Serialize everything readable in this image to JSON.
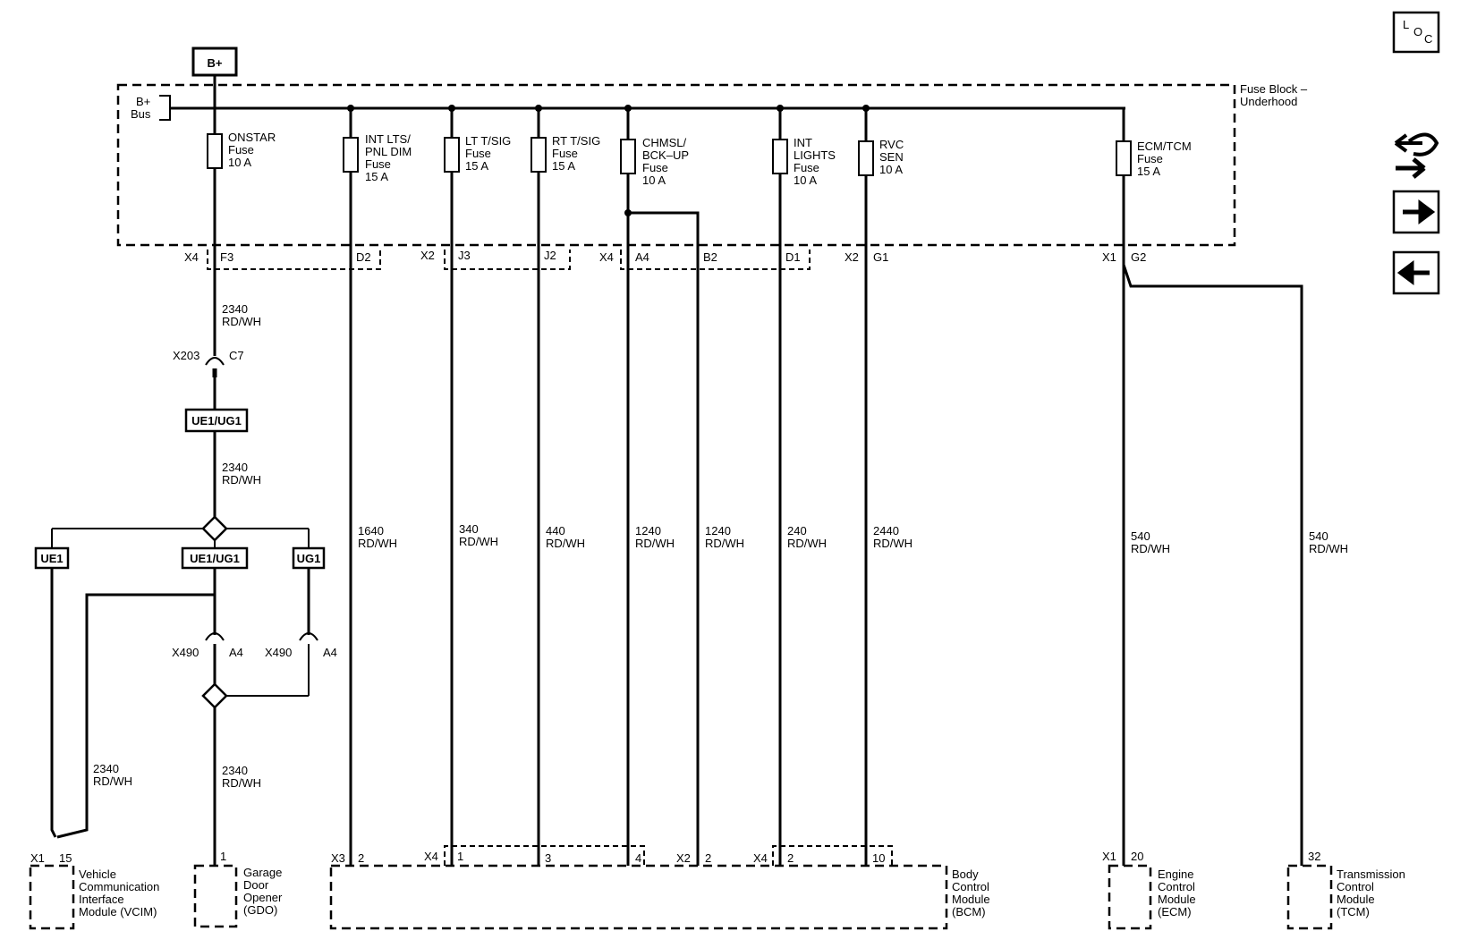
{
  "power_source": "B+",
  "fuse_block": {
    "name_line1": "Fuse Block –",
    "name_line2": "Underhood",
    "bus_line1": "B+",
    "bus_line2": "Bus"
  },
  "fuses": [
    {
      "lines": [
        "ONSTAR",
        "Fuse",
        "10 A"
      ]
    },
    {
      "lines": [
        "INT LTS/",
        "PNL DIM",
        "Fuse",
        "15 A"
      ]
    },
    {
      "lines": [
        "LT T/SIG",
        "Fuse",
        "15 A"
      ]
    },
    {
      "lines": [
        "RT T/SIG",
        "Fuse",
        "15 A"
      ]
    },
    {
      "lines": [
        "CHMSL/",
        "BCK–UP",
        "Fuse",
        "10 A"
      ]
    },
    {
      "lines": [
        "INT",
        "LIGHTS",
        "Fuse",
        "10 A"
      ]
    },
    {
      "lines": [
        "RVC",
        "SEN",
        "10 A"
      ]
    },
    {
      "lines": [
        "ECM/TCM",
        "Fuse",
        "15 A"
      ]
    }
  ],
  "connector_labels": {
    "x4_a": "X4",
    "f3": "F3",
    "d2": "D2",
    "x2_a": "X2",
    "j3": "J3",
    "j2": "J2",
    "x4_b": "X4",
    "a4": "A4",
    "b2": "B2",
    "d1": "D1",
    "x2_b": "X2",
    "g1": "G1",
    "x1_a": "X1",
    "g2": "G2"
  },
  "wires": [
    {
      "circuit": "2340",
      "color": "RD/WH"
    },
    {
      "circuit": "2340",
      "color": "RD/WH"
    },
    {
      "circuit": "1640",
      "color": "RD/WH"
    },
    {
      "circuit": "340",
      "color": "RD/WH"
    },
    {
      "circuit": "440",
      "color": "RD/WH"
    },
    {
      "circuit": "1240",
      "color": "RD/WH"
    },
    {
      "circuit": "1240",
      "color": "RD/WH"
    },
    {
      "circuit": "240",
      "color": "RD/WH"
    },
    {
      "circuit": "2440",
      "color": "RD/WH"
    },
    {
      "circuit": "540",
      "color": "RD/WH"
    },
    {
      "circuit": "540",
      "color": "RD/WH"
    },
    {
      "circuit": "2340",
      "color": "RD/WH"
    },
    {
      "circuit": "2340",
      "color": "RD/WH"
    }
  ],
  "inline_connectors": {
    "x203": "X203",
    "c7": "C7",
    "x490_a": "X490",
    "a4_a": "A4",
    "x490_b": "X490",
    "a4_b": "A4"
  },
  "option_codes": {
    "ue1_ug1_top": "UE1/UG1",
    "ue1": "UE1",
    "ue1_ug1": "UE1/UG1",
    "ug1": "UG1"
  },
  "module_pins": {
    "x1_vcim": "X1",
    "p15": "15",
    "p1_gdo": "1",
    "x3_bcm": "X3",
    "p2_a": "2",
    "x4_bcm": "X4",
    "p1_bcm": "1",
    "p3_bcm": "3",
    "p4_bcm": "4",
    "x2_bcm": "X2",
    "p2_b": "2",
    "x4_bcm2": "X4",
    "p2_c": "2",
    "p10_bcm": "10",
    "x1_ecm": "X1",
    "p20": "20",
    "p32": "32"
  },
  "modules": [
    {
      "lines": [
        "Vehicle",
        "Communication",
        "Interface",
        "Module (VCIM)"
      ]
    },
    {
      "lines": [
        "Garage",
        "Door",
        "Opener",
        "(GDO)"
      ]
    },
    {
      "lines": [
        "Body",
        "Control",
        "Module",
        "(BCM)"
      ]
    },
    {
      "lines": [
        "Engine",
        "Control",
        "Module",
        "(ECM)"
      ]
    },
    {
      "lines": [
        "Transmission",
        "Control",
        "Module",
        "(TCM)"
      ]
    }
  ],
  "nav": {
    "loc_line1": "L",
    "loc_line2": "O",
    "loc_line3": "C",
    "next_arrow": "→",
    "prev_arrow": "←"
  }
}
